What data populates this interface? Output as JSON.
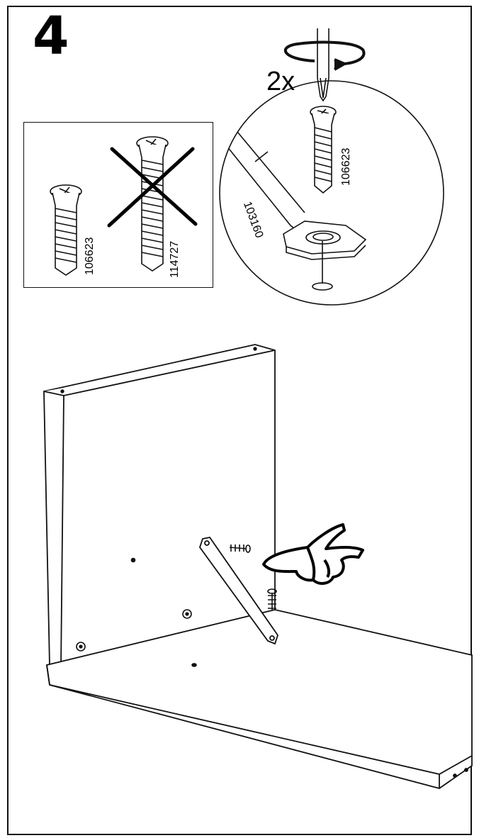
{
  "step": {
    "number": "4"
  },
  "multiplier": "2x",
  "parts": {
    "screw_correct": "106623",
    "screw_wrong": "114727",
    "screw_detail": "106623",
    "bracket": "103160"
  }
}
